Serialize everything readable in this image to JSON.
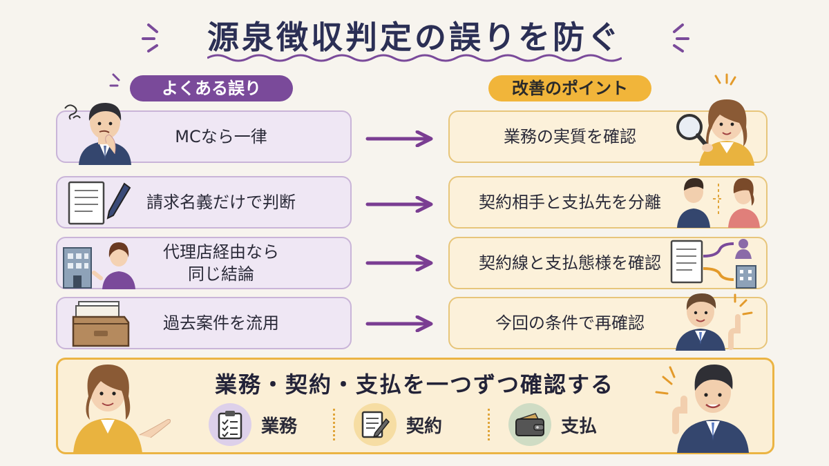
{
  "title": "源泉徴収判定の誤りを防ぐ",
  "left_header": "よくある誤り",
  "right_header": "改善のポイント",
  "rows": [
    {
      "mistake": "MCなら一律",
      "improvement": "業務の実質を確認"
    },
    {
      "mistake": "請求名義だけで判断",
      "improvement": "契約相手と支払先を分離"
    },
    {
      "mistake": "代理店経由なら\n同じ結論",
      "improvement": "契約線と支払態様を確認"
    },
    {
      "mistake": "過去案件を流用",
      "improvement": "今回の条件で再確認"
    }
  ],
  "summary": {
    "title": "業務・契約・支払を一つずつ確認する",
    "items": [
      {
        "label": "業務",
        "icon": "clipboard-checklist-icon",
        "color": "#ddd0ea"
      },
      {
        "label": "契約",
        "icon": "contract-pen-icon",
        "color": "#f6dda3"
      },
      {
        "label": "支払",
        "icon": "wallet-icon",
        "color": "#cfdcc4"
      }
    ]
  },
  "colors": {
    "purple": "#7a4a9a",
    "orange": "#f1b53a",
    "navy": "#2b2f55"
  }
}
